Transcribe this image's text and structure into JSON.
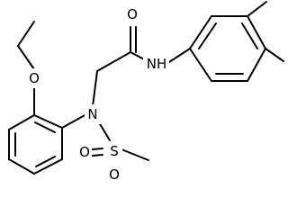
{
  "molecule": {
    "atoms": {
      "o_carbonyl": "O",
      "nh": "NH",
      "o_ether": "O",
      "n_sulfonamide": "N",
      "s": "S",
      "o_sulfonyl_1": "O",
      "o_sulfonyl_2": "O"
    }
  }
}
